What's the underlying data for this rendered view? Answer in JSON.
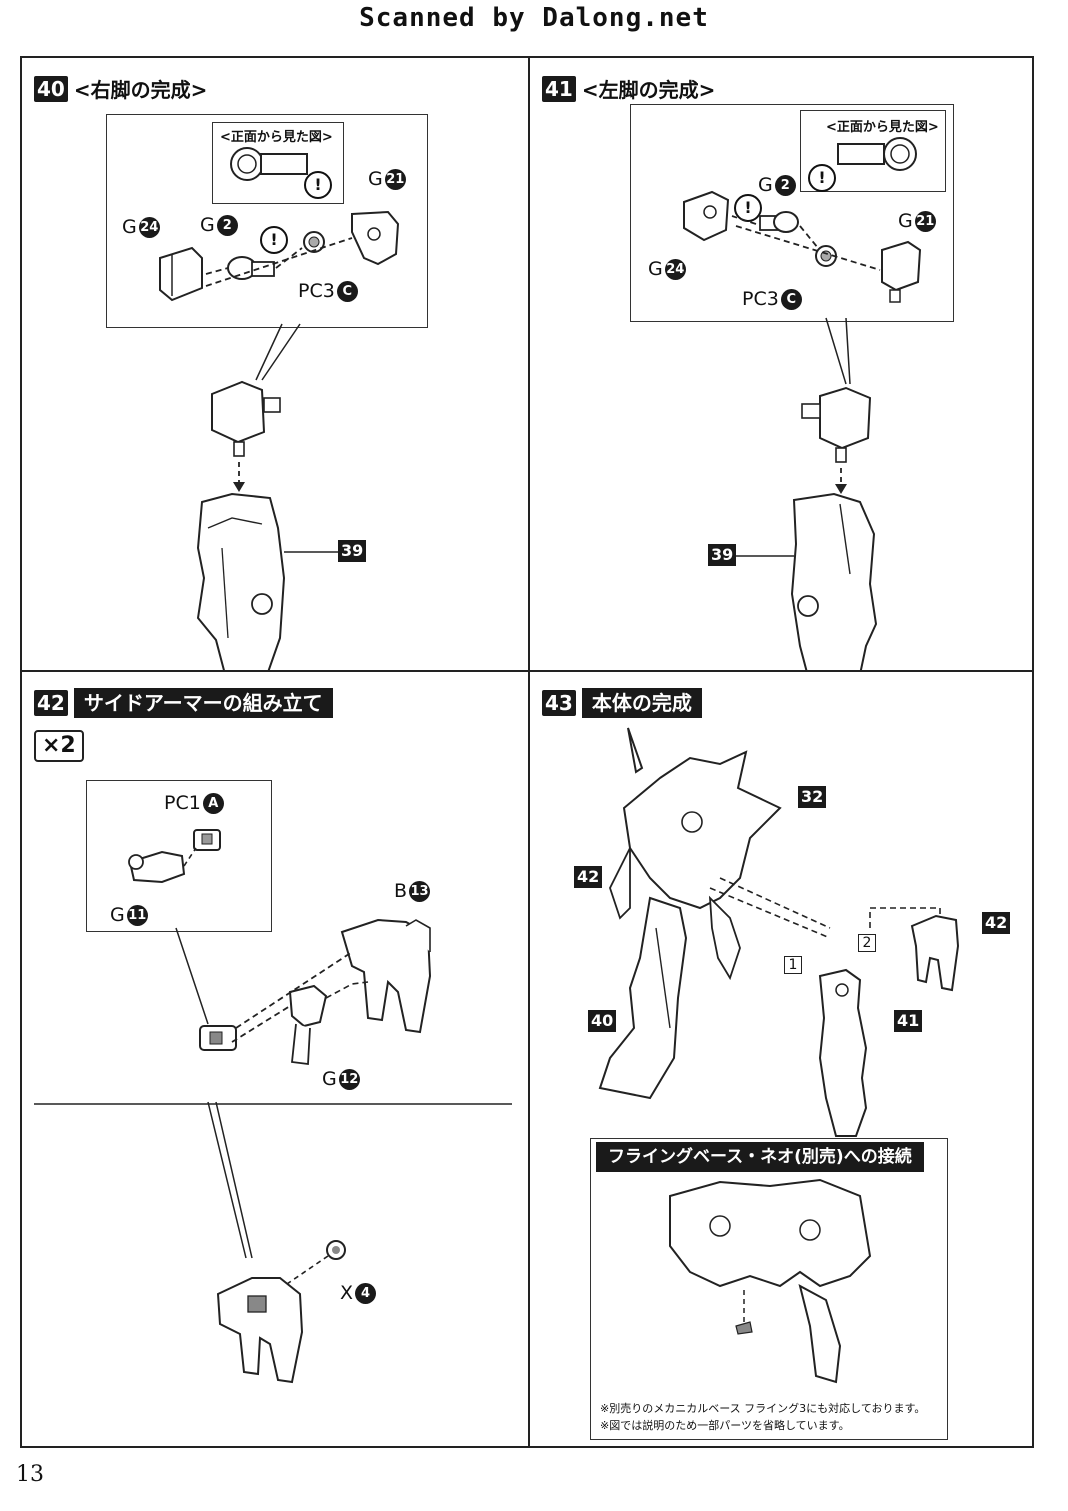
{
  "header": {
    "scanner": "Scanned by Dalong.net"
  },
  "page_number": "13",
  "common": {
    "front_view": "<正面から見た図>",
    "caution": "!"
  },
  "steps": {
    "s40": {
      "num": "40",
      "title": "<右脚の完成>",
      "parts": {
        "g24": {
          "letter": "G",
          "num": "24"
        },
        "g2": {
          "letter": "G",
          "num": "2"
        },
        "g21": {
          "letter": "G",
          "num": "21"
        },
        "pc3": {
          "letter": "PC3",
          "num": "C"
        }
      },
      "ref": "39"
    },
    "s41": {
      "num": "41",
      "title": "<左脚の完成>",
      "parts": {
        "g2": {
          "letter": "G",
          "num": "2"
        },
        "g21": {
          "letter": "G",
          "num": "21"
        },
        "g24": {
          "letter": "G",
          "num": "24"
        },
        "pc3": {
          "letter": "PC3",
          "num": "C"
        }
      },
      "ref": "39"
    },
    "s42": {
      "num": "42",
      "title": "サイドアーマーの組み立て",
      "multiplier": "×2",
      "parts": {
        "pc1": {
          "letter": "PC1",
          "num": "A"
        },
        "g11": {
          "letter": "G",
          "num": "11"
        },
        "b13": {
          "letter": "B",
          "num": "13"
        },
        "g12": {
          "letter": "G",
          "num": "12"
        },
        "x4": {
          "letter": "X",
          "num": "4"
        }
      }
    },
    "s43": {
      "num": "43",
      "title": "本体の完成",
      "refs": {
        "r32": "32",
        "r42a": "42",
        "r42b": "42",
        "r40": "40",
        "r41": "41"
      },
      "seq": {
        "one": "1",
        "two": "2"
      },
      "flying": {
        "title": "フライングベース・ネオ(別売)への接続",
        "notes": [
          "※別売りのメカニカルベース フライング3にも対応しております。",
          "※図では説明のため一部パーツを省略しています。"
        ]
      }
    }
  }
}
